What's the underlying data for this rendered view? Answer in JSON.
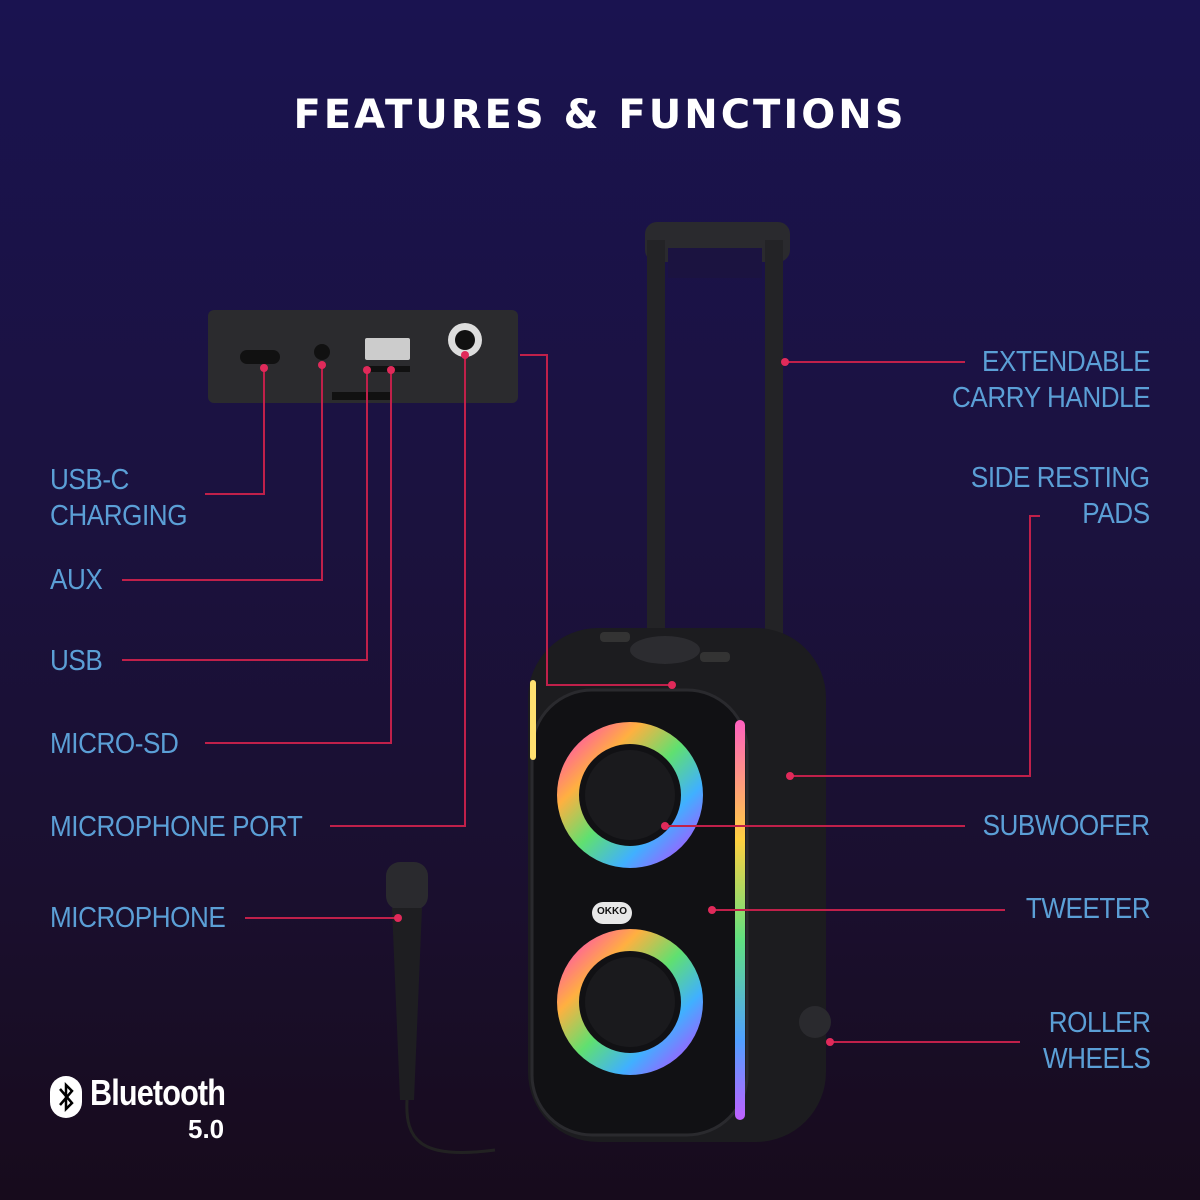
{
  "title": "FEATURES & FUNCTIONS",
  "labels_left": {
    "usb_c": [
      "USB-C",
      "CHARGING"
    ],
    "aux": "AUX",
    "usb": "USB",
    "micro_sd": "MICRO-SD",
    "mic_port": "MICROPHONE PORT",
    "microphone": "MICROPHONE"
  },
  "labels_right": {
    "handle": [
      "EXTENDABLE",
      "CARRY HANDLE"
    ],
    "pads": [
      "SIDE RESTING",
      "PADS"
    ],
    "subwoofer": "SUBWOOFER",
    "tweeter": "TWEETER",
    "wheels": [
      "ROLLER",
      "WHEELS"
    ]
  },
  "brand_badge": "OKKO",
  "bluetooth": {
    "word": "Bluetooth",
    "version": "5.0"
  },
  "colors": {
    "label": "#5b9fd6",
    "line": "#c0204a",
    "title": "#ffffff"
  }
}
